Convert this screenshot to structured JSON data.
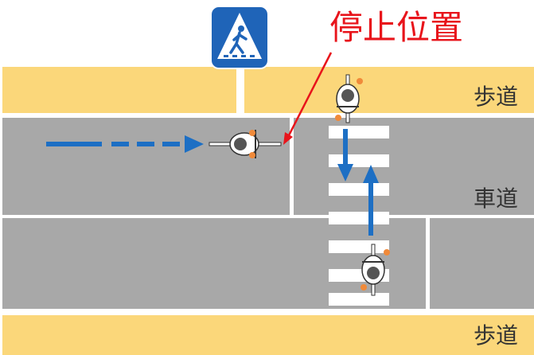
{
  "labels": {
    "stop_position": "停止位置",
    "sidewalk_top": "歩道",
    "roadway": "車道",
    "sidewalk_bottom": "歩道"
  },
  "colors": {
    "sidewalk": "#fbd77a",
    "road": "#a8a8a8",
    "lane_line": "#ffffff",
    "arrow": "#1d6fc4",
    "callout": "#e8141b",
    "sign_blue": "#1f64b8",
    "cyclist_orange": "#f08a3a"
  },
  "icons": {
    "sign": "pedestrian-crossing-sign-icon",
    "cyclist": "cyclist-topview-icon"
  }
}
